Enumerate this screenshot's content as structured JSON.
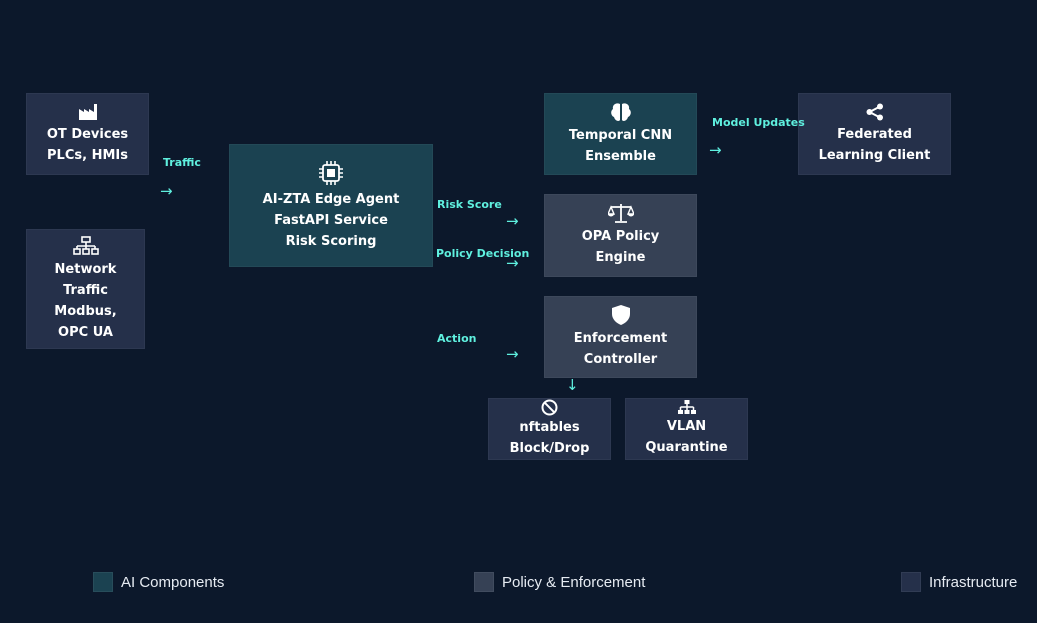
{
  "colors": {
    "background": "#0c182b",
    "ai_components": "#1b4251",
    "policy_enforcement": "#364155",
    "infrastructure": "#25304a",
    "edge_label": "#5ff0df"
  },
  "nodes": {
    "ot_devices": {
      "label": "OT Devices\nPLCs, HMIs",
      "icon": "factory-icon"
    },
    "network_traffic": {
      "label": "Network\nTraffic\nModbus,\nOPC UA",
      "icon": "network-icon"
    },
    "edge_agent": {
      "label": "AI-ZTA Edge Agent\nFastAPI Service\nRisk Scoring",
      "icon": "chip-icon"
    },
    "temporal_cnn": {
      "label": "Temporal CNN\nEnsemble",
      "icon": "brain-icon"
    },
    "federated_client": {
      "label": "Federated\nLearning Client",
      "icon": "share-icon"
    },
    "opa_engine": {
      "label": "OPA Policy\nEngine",
      "icon": "scale-icon"
    },
    "enforcement": {
      "label": "Enforcement\nController",
      "icon": "shield-icon"
    },
    "nftables": {
      "label": "nftables\nBlock/Drop",
      "icon": "block-icon"
    },
    "vlan": {
      "label": "VLAN\nQuarantine",
      "icon": "hierarchy-icon"
    }
  },
  "edges": {
    "traffic": "Traffic",
    "risk_score": "Risk Score",
    "policy_decision": "Policy Decision",
    "action": "Action",
    "model_updates": "Model Updates",
    "arrow_right": "→",
    "arrow_down": "↓"
  },
  "legend": {
    "ai": "AI Components",
    "policy": "Policy & Enforcement",
    "infra": "Infrastructure"
  }
}
